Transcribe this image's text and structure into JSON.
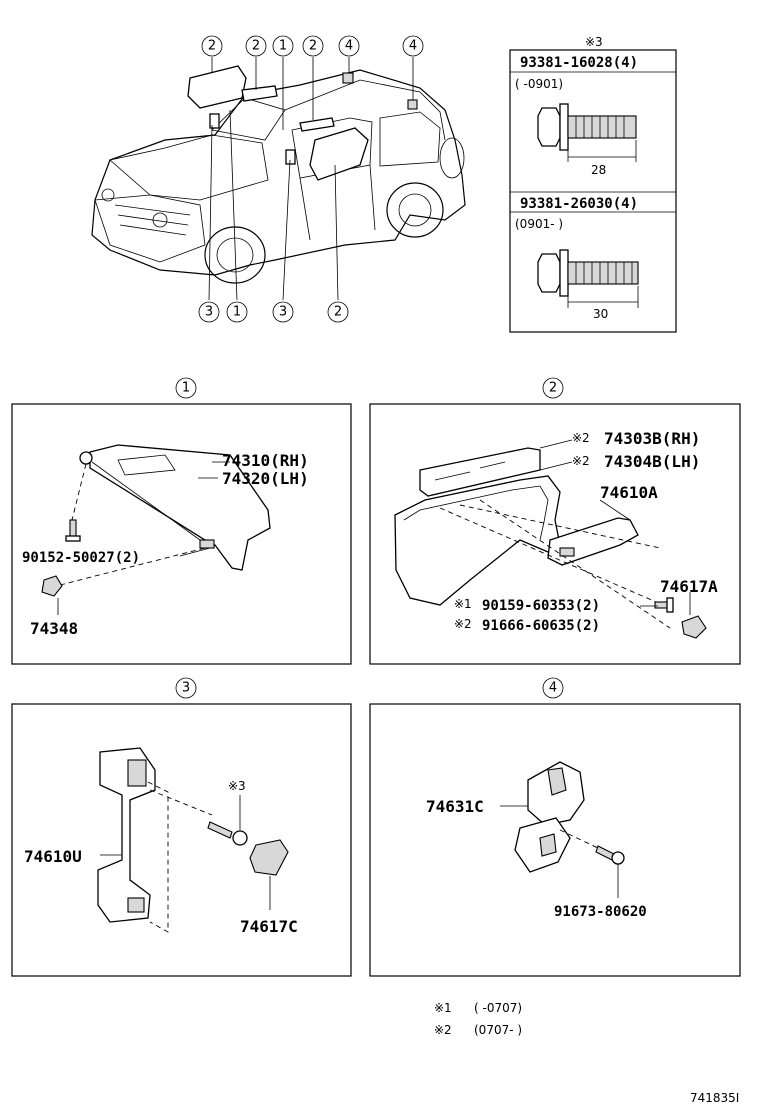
{
  "overview": {
    "callouts_top": [
      "2",
      "2",
      "1",
      "2",
      "4",
      "4"
    ],
    "callouts_bottom": [
      "3",
      "1",
      "3",
      "2"
    ]
  },
  "bolt_table": {
    "note": "※3",
    "rows": [
      {
        "part_no": "93381-16028(4)",
        "range": "(   -0901)",
        "length": "28"
      },
      {
        "part_no": "93381-26030(4)",
        "range": "(0901-   )",
        "length": "30"
      }
    ]
  },
  "panel1": {
    "num": "1",
    "labels": {
      "visor_rh": "74310(RH)",
      "visor_lh": "74320(LH)",
      "screw": "90152-50027(2)",
      "holder": "74348"
    }
  },
  "panel2": {
    "num": "2",
    "labels": {
      "visor_rh": "74303B(RH)",
      "visor_lh": "74304B(LH)",
      "note2a": "※2",
      "note2b": "※2",
      "grip": "74610A",
      "cover": "74617A",
      "note1c": "※1",
      "screw1": "90159-60353(2)",
      "note2c": "※2",
      "screw2": "91666-60635(2)"
    }
  },
  "panel3": {
    "num": "3",
    "labels": {
      "note3": "※3",
      "grip": "74610U",
      "cover": "74617C"
    }
  },
  "panel4": {
    "num": "4",
    "labels": {
      "hook": "74631C",
      "screw": "91673-80620"
    }
  },
  "footnotes": [
    {
      "mark": "※1",
      "text": "(     -0707)"
    },
    {
      "mark": "※2",
      "text": "(0707-     )"
    }
  ],
  "figure_id": "741835I"
}
